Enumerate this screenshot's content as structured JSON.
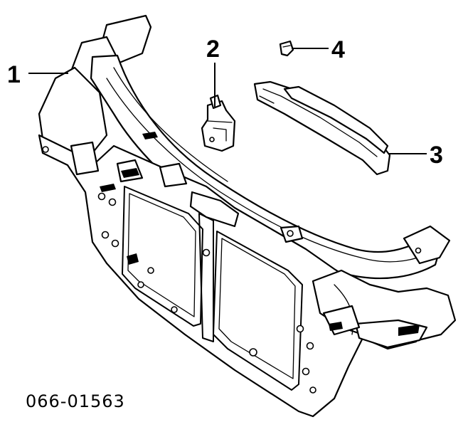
{
  "diagram": {
    "callouts": [
      {
        "id": "1",
        "label": "1"
      },
      {
        "id": "2",
        "label": "2"
      },
      {
        "id": "3",
        "label": "3"
      },
      {
        "id": "4",
        "label": "4"
      }
    ],
    "reference_code": "066-01563"
  }
}
